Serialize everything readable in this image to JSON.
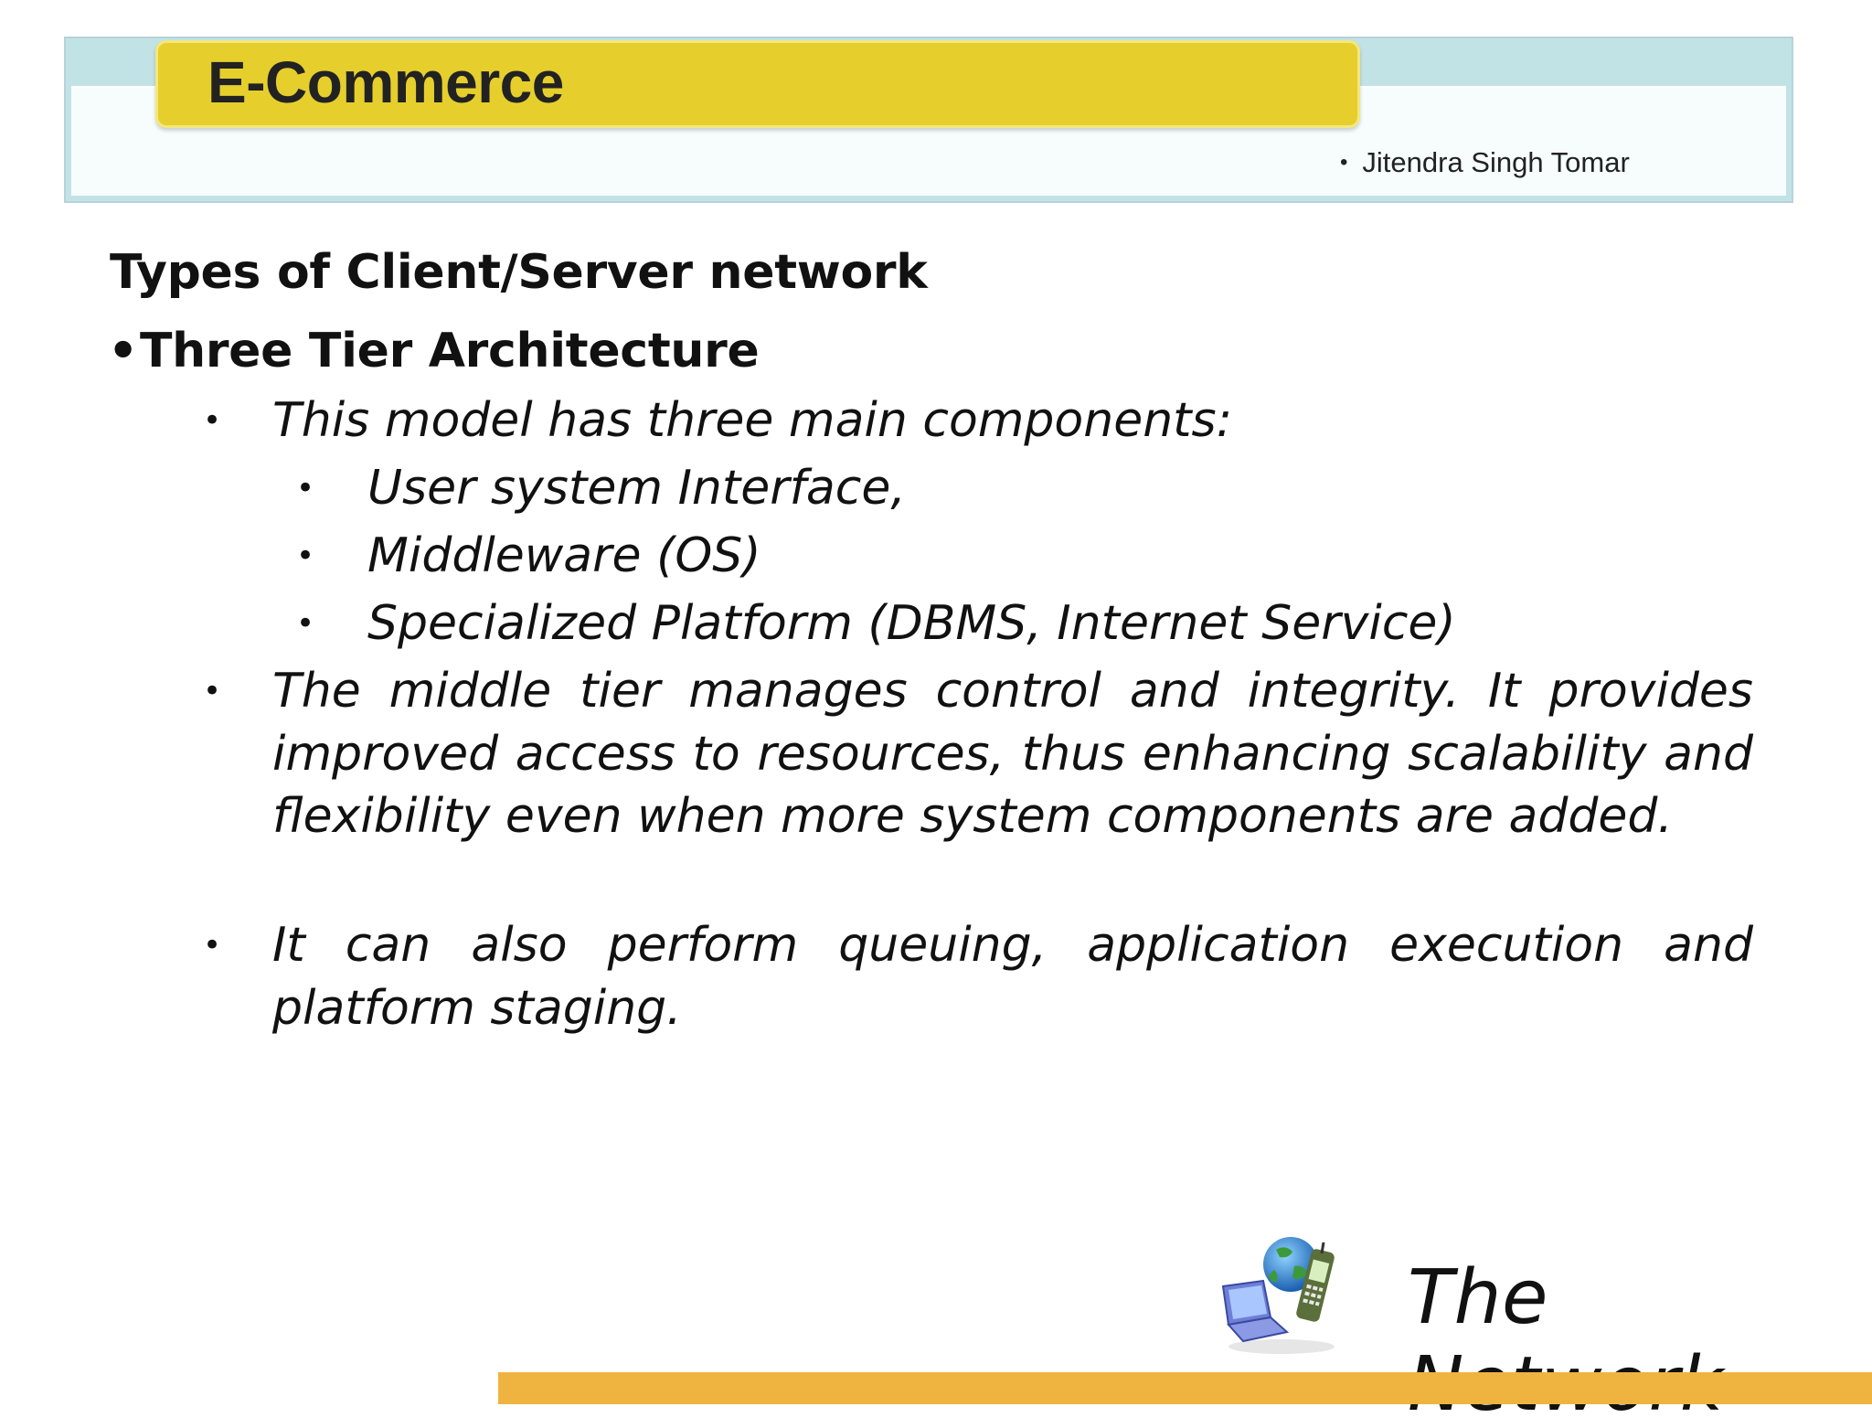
{
  "header": {
    "title": "E-Commerce",
    "author": "Jitendra Singh Tomar",
    "author_bullet": "•"
  },
  "content": {
    "heading": "Types of Client/Server network",
    "subheading": "Three Tier Architecture",
    "subheading_bullet": "•",
    "bullet_char": "•",
    "point1": "This model has three main components:",
    "components": [
      "User system Interface,",
      "Middleware (OS)",
      "Specialized Platform (DBMS, Internet Service)"
    ],
    "point2": "The middle tier manages control and integrity. It provides improved access to resources, thus enhancing scalability and flexibility even when more system components are added.",
    "point3": "It can also perform queuing, application execution and platform staging."
  },
  "footer": {
    "title": "The Network",
    "logo_icon": "network-devices-icon"
  },
  "colors": {
    "title_box": "#e6cf2c",
    "header_band": "#c2e3e6",
    "footer_bar": "#efb43f"
  }
}
